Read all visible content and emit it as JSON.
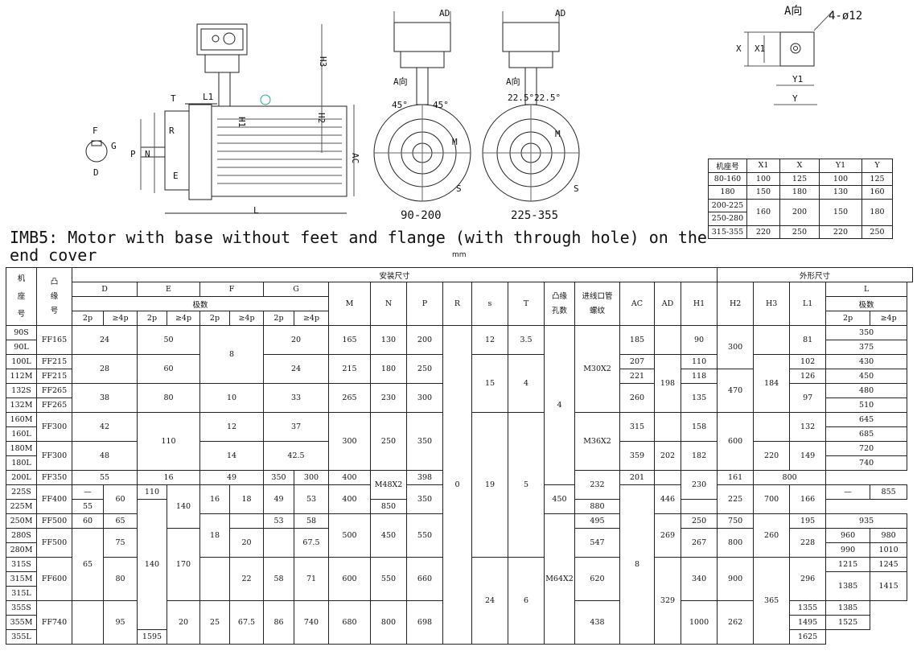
{
  "drawing": {
    "labels": [
      "T",
      "L1",
      "H3",
      "H1",
      "H2",
      "F",
      "G",
      "R",
      "P",
      "N",
      "E",
      "D",
      "L",
      "AC",
      "AD",
      "AD",
      "45°",
      "45°",
      "22.5°",
      "22.5°",
      "A向",
      "A向",
      "S",
      "S",
      "M",
      "M"
    ],
    "caption_left": "90-200",
    "caption_right": "225-355",
    "a_view": {
      "title": "A向",
      "hole": "4-ø12",
      "x": "X",
      "x1": "X1",
      "y": "Y",
      "y1": "Y1"
    }
  },
  "title": "IMB5: Motor with base without feet and flange (with through hole) on the end cover",
  "unit": "mm",
  "small_table": {
    "headers": [
      "机座号",
      "X1",
      "X",
      "Y1",
      "Y"
    ],
    "rows": [
      [
        "80-160",
        "100",
        "125",
        "100",
        "125"
      ],
      [
        "180",
        "150",
        "180",
        "130",
        "160"
      ],
      [
        "200-225",
        "160",
        "200",
        "150",
        "180"
      ],
      [
        "250-280"
      ],
      [
        "315-355",
        "220",
        "250",
        "220",
        "250"
      ]
    ]
  },
  "main_table": {
    "group_install": "安装尺寸",
    "group_outline": "外形尺寸",
    "col_frame": "机座号",
    "col_flange": "凸缘号",
    "col_D": "D",
    "col_E": "E",
    "col_F": "F",
    "col_G": "G",
    "col_poles": "极数",
    "p2": "2p",
    "p4": "≥4p",
    "col_M": "M",
    "col_N": "N",
    "col_P": "P",
    "col_R": "R",
    "col_s": "s",
    "col_T": "T",
    "col_holes": "凸缘孔数",
    "col_thread": "进线口管螺纹",
    "col_AC": "AC",
    "col_AD": "AD",
    "col_H1": "H1",
    "col_H2": "H2",
    "col_H3": "H3",
    "col_L1": "L1",
    "col_L": "L",
    "frames": [
      "90S",
      "90L",
      "100L",
      "112M",
      "132S",
      "132M",
      "160M",
      "160L",
      "180M",
      "180L",
      "200L",
      "225S",
      "225M",
      "250M",
      "280S",
      "280M",
      "315S",
      "315M",
      "315L",
      "355S",
      "355M",
      "355L"
    ],
    "flanges": [
      "FF165",
      "FF215",
      "FF215",
      "FF265",
      "FF265",
      "FF300",
      "FF300",
      "FF350",
      "FF400",
      "FF500",
      "FF500",
      "FF600",
      "FF740"
    ],
    "D": [
      "24",
      "28",
      "38",
      "42",
      "48",
      "55",
      "—",
      "60",
      "55",
      "60",
      "65",
      "75",
      "65",
      "80",
      "75",
      "95"
    ],
    "E": [
      "50",
      "60",
      "80",
      "110",
      "110",
      "140",
      "140",
      "170"
    ],
    "F": [
      "8",
      "10",
      "12",
      "14",
      "16",
      "16",
      "18",
      "18",
      "20",
      "22",
      "20",
      "25"
    ],
    "G": [
      "20",
      "24",
      "33",
      "37",
      "42.5",
      "49",
      "49",
      "53",
      "53",
      "58",
      "67.5",
      "58",
      "71",
      "67.5",
      "86"
    ],
    "M": [
      "165",
      "215",
      "265",
      "300",
      "350",
      "400",
      "500",
      "600",
      "740"
    ],
    "N": [
      "130",
      "180",
      "230",
      "250",
      "300",
      "350",
      "450",
      "550",
      "680"
    ],
    "P": [
      "200",
      "250",
      "300",
      "350",
      "400",
      "450",
      "550",
      "660",
      "800"
    ],
    "R": [
      "0"
    ],
    "s": [
      "12",
      "15",
      "19",
      "24"
    ],
    "T": [
      "3.5",
      "4",
      "5",
      "6"
    ],
    "holes": [
      "4",
      "8"
    ],
    "thread": [
      "M30X2",
      "M36X2",
      "M48X2",
      "M64X2"
    ],
    "AC": [
      "185",
      "207",
      "221",
      "260",
      "315",
      "359",
      "398",
      "446",
      "495",
      "547",
      "620",
      "698"
    ],
    "AD": [
      "198",
      "202",
      "232",
      "269",
      "329"
    ],
    "H1": [
      "90",
      "110",
      "118",
      "135",
      "158",
      "182",
      "201",
      "225",
      "250",
      "267",
      "340",
      "438"
    ],
    "H2": [
      "300",
      "470",
      "600",
      "700",
      "750",
      "800",
      "900",
      "1000"
    ],
    "H3": [
      "184",
      "220",
      "230",
      "260",
      "365"
    ],
    "L1": [
      "81",
      "102",
      "126",
      "97",
      "132",
      "149",
      "161",
      "166",
      "195",
      "228",
      "296",
      "262"
    ],
    "L": [
      "350",
      "375",
      "430",
      "450",
      "480",
      "510",
      "645",
      "685",
      "720",
      "740",
      "800",
      "—",
      "855",
      "850",
      "880",
      "935",
      "960",
      "980",
      "990",
      "1010",
      "1215",
      "1245",
      "1385",
      "1415",
      "1355",
      "1385",
      "1495",
      "1525",
      "1595",
      "1625"
    ]
  }
}
